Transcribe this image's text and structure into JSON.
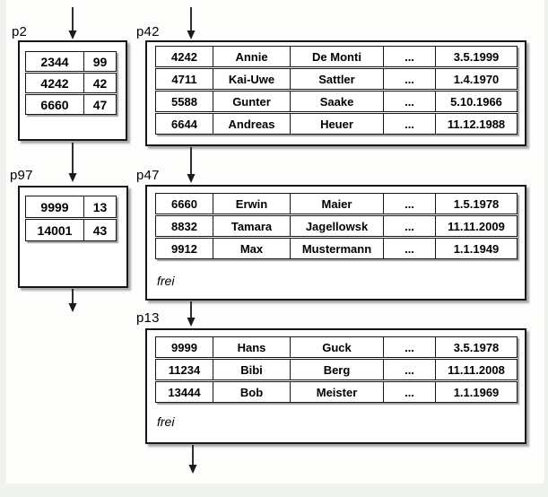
{
  "index_pages": [
    {
      "label": "p2",
      "rows": [
        [
          "2344",
          "99"
        ],
        [
          "4242",
          "42"
        ],
        [
          "6660",
          "47"
        ]
      ]
    },
    {
      "label": "p97",
      "rows": [
        [
          "9999",
          "13"
        ],
        [
          "14001",
          "43"
        ]
      ]
    }
  ],
  "data_pages": [
    {
      "label": "p42",
      "rows": [
        [
          "4242",
          "Annie",
          "De Monti",
          "...",
          "3.5.1999"
        ],
        [
          "4711",
          "Kai-Uwe",
          "Sattler",
          "...",
          "1.4.1970"
        ],
        [
          "5588",
          "Gunter",
          "Saake",
          "...",
          "5.10.1966"
        ],
        [
          "6644",
          "Andreas",
          "Heuer",
          "...",
          "11.12.1988"
        ]
      ]
    },
    {
      "label": "p47",
      "rows": [
        [
          "6660",
          "Erwin",
          "Maier",
          "...",
          "1.5.1978"
        ],
        [
          "8832",
          "Tamara",
          "Jagellowsk",
          "...",
          "11.11.2009"
        ],
        [
          "9912",
          "Max",
          "Mustermann",
          "...",
          "1.1.1949"
        ]
      ],
      "free_label": "frei"
    },
    {
      "label": "p13",
      "rows": [
        [
          "9999",
          "Hans",
          "Guck",
          "...",
          "3.5.1978"
        ],
        [
          "11234",
          "Bibi",
          "Berg",
          "...",
          "11.11.2008"
        ],
        [
          "13444",
          "Bob",
          "Meister",
          "...",
          "1.1.1969"
        ]
      ],
      "free_label": "frei"
    }
  ],
  "colors": {
    "border": "#161616",
    "shadow": "#a9a9a9",
    "page_background": "#fdfdfc",
    "gutter_background": "#f0f2f0"
  }
}
